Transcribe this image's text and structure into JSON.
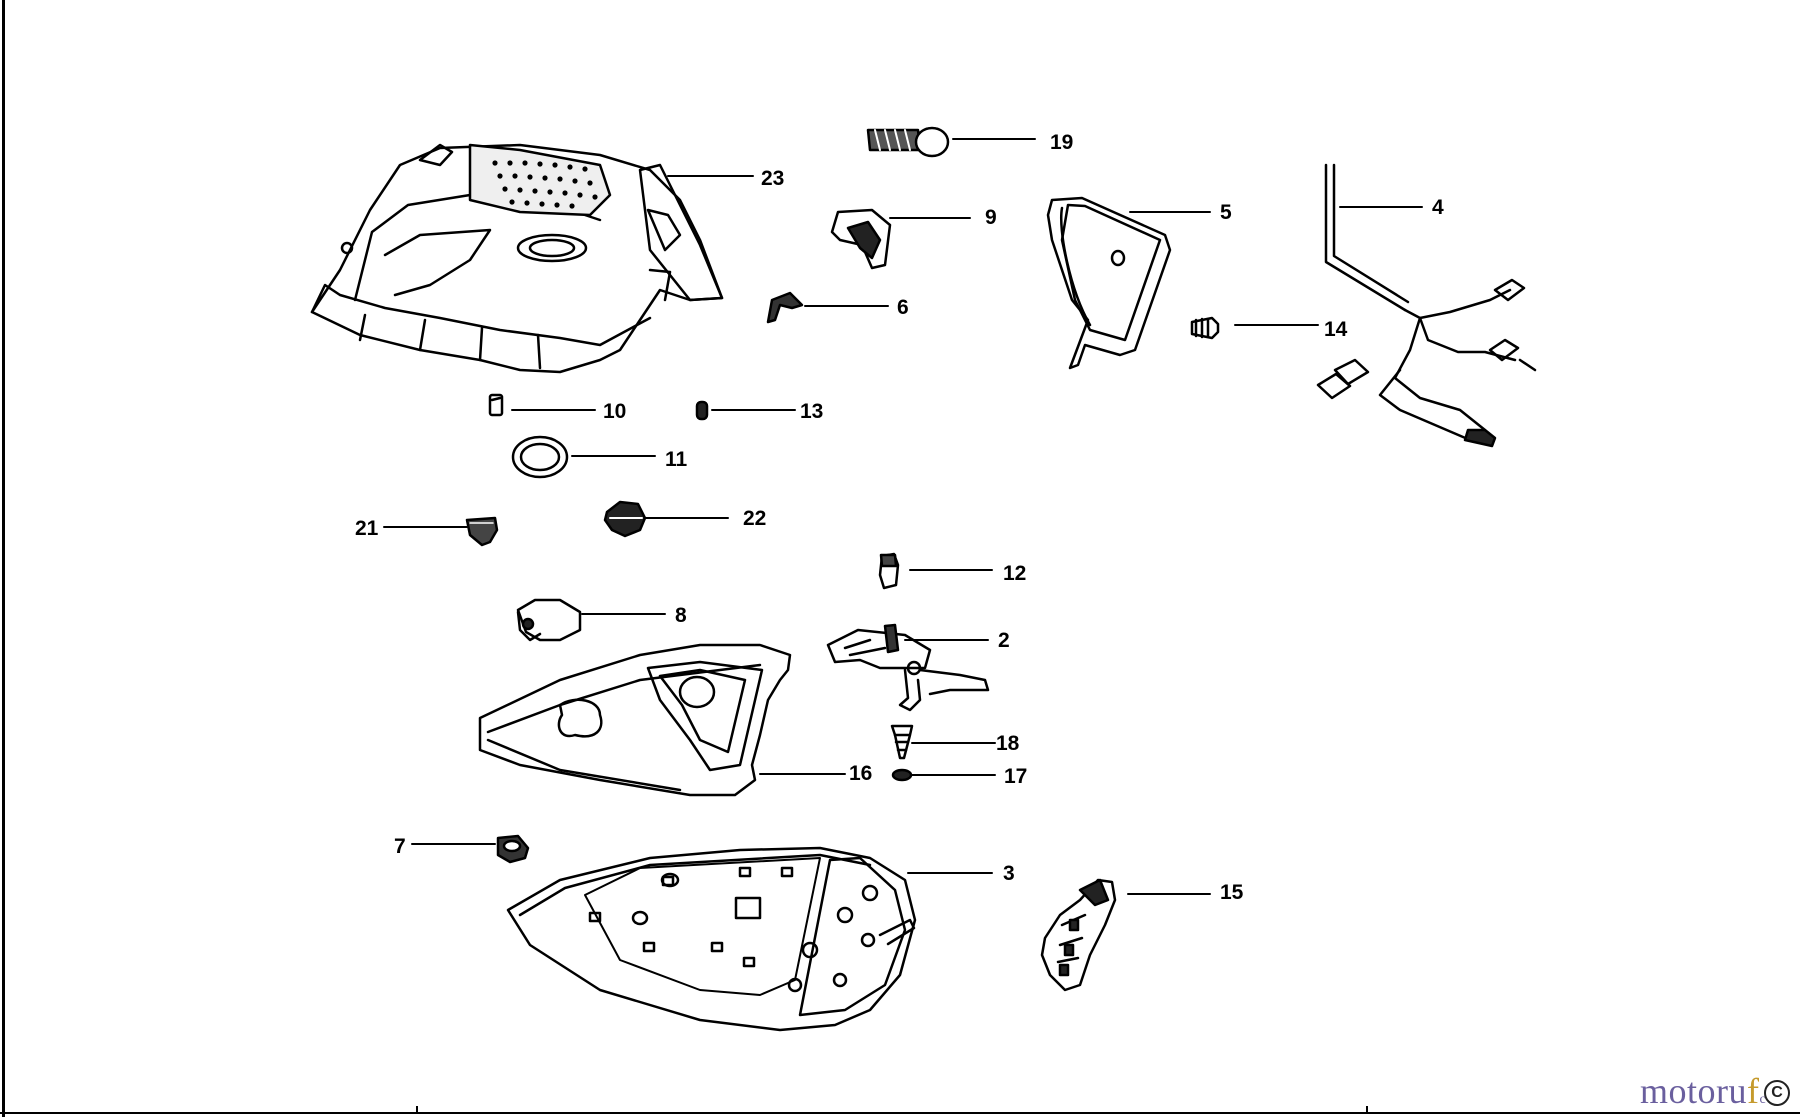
{
  "diagram": {
    "parts": [
      {
        "id": "p23",
        "label": "23"
      },
      {
        "id": "p19",
        "label": "19"
      },
      {
        "id": "p9",
        "label": "9"
      },
      {
        "id": "p5",
        "label": "5"
      },
      {
        "id": "p4",
        "label": "4"
      },
      {
        "id": "p6",
        "label": "6"
      },
      {
        "id": "p14",
        "label": "14"
      },
      {
        "id": "p10",
        "label": "10"
      },
      {
        "id": "p13",
        "label": "13"
      },
      {
        "id": "p11",
        "label": "11"
      },
      {
        "id": "p21",
        "label": "21"
      },
      {
        "id": "p22",
        "label": "22"
      },
      {
        "id": "p12",
        "label": "12"
      },
      {
        "id": "p8",
        "label": "8"
      },
      {
        "id": "p2",
        "label": "2"
      },
      {
        "id": "p18",
        "label": "18"
      },
      {
        "id": "p16",
        "label": "16"
      },
      {
        "id": "p17",
        "label": "17"
      },
      {
        "id": "p7",
        "label": "7"
      },
      {
        "id": "p3",
        "label": "3"
      },
      {
        "id": "p15",
        "label": "15"
      }
    ]
  },
  "watermark": {
    "main": "motoru",
    "accent": "f",
    "suffix": "c"
  },
  "copyright": "C"
}
